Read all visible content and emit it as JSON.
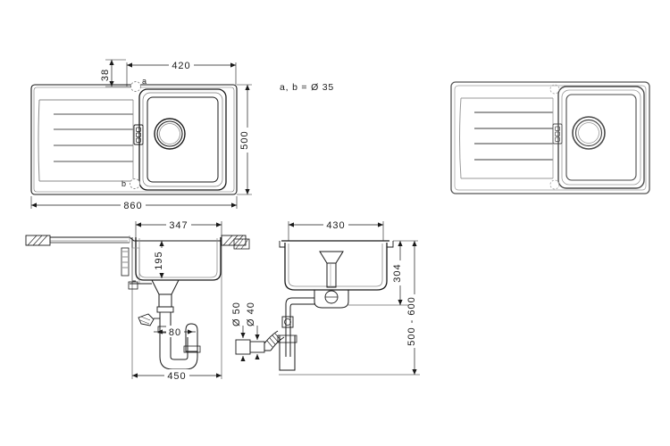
{
  "drawing": {
    "title": "Kitchen sink technical drawing",
    "background_color": "#ffffff",
    "line_color": "#1a1a1a",
    "shading_color": "#9a9a9a"
  },
  "note": {
    "hole_spec": "a, b = Ø 35"
  },
  "views": {
    "plan_left": {
      "name": "plan-view-line",
      "dimensions": {
        "overall_width": "860",
        "overall_depth": "500",
        "bowl_offset": "420",
        "edge_offset": "38"
      },
      "labels": {
        "hole_a": "a",
        "hole_b": "b"
      },
      "drainboard_grooves": 4
    },
    "plan_right": {
      "name": "plan-view-rendered",
      "drainboard_grooves": 4
    },
    "section_left": {
      "name": "section-view-front",
      "dimensions": {
        "bowl_width": "347",
        "bowl_depth": "195",
        "trap_width": "450",
        "trap_offset": "80"
      }
    },
    "section_right": {
      "name": "section-view-side",
      "dimensions": {
        "bowl_width": "430",
        "bowl_height": "304",
        "cabinet_height": "500 - 600",
        "pipe_large": "Ø 50",
        "pipe_small": "Ø 40"
      }
    }
  }
}
